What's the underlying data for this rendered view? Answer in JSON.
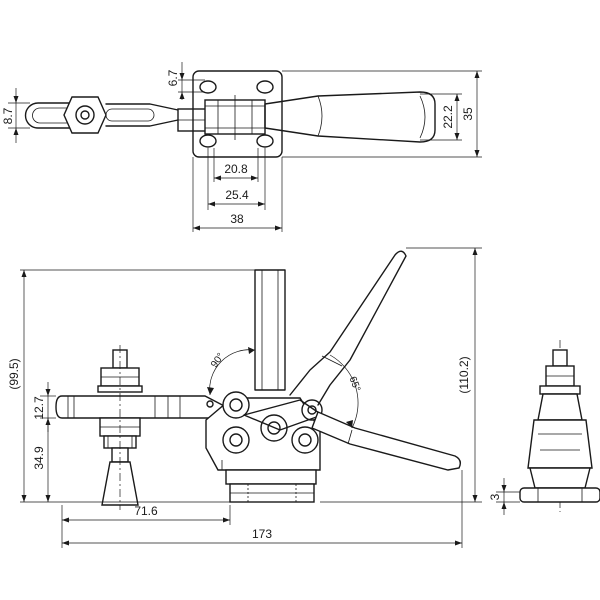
{
  "dimensions": {
    "top_stud_thickness": "8.7",
    "top_slot_offset": "6.7",
    "top_handle_inner": "22.2",
    "top_handle_height": "35",
    "top_hole_spacing": "20.8",
    "top_hole_span": "25.4",
    "top_base_width": "38",
    "side_overall_height": "(99.5)",
    "side_arm_thickness": "12.7",
    "side_spindle_height": "34.9",
    "side_spindle_reach": "71.6",
    "side_overall_length": "173",
    "side_handle_height": "(110.2)",
    "angle_arm_open": "90°",
    "angle_handle_open": "65°",
    "end_base_thickness": "3"
  }
}
